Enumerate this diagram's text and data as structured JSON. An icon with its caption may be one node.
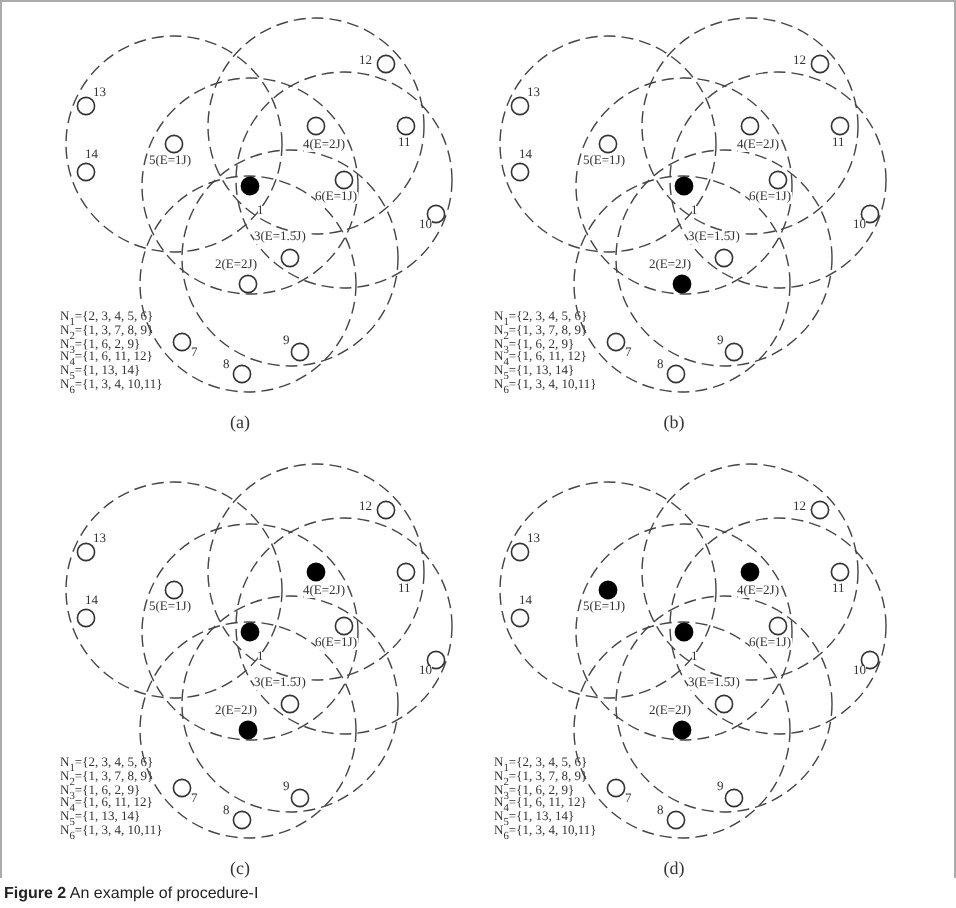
{
  "diagram": {
    "caption": "**Figure 2** An example of procedure-I",
    "nodes": [
      {
        "text": [],
        "shape": "dot",
        "beside": [
          "1"
        ]
      },
      {
        "text": [],
        "shape": "circle",
        "beside": [
          "2(E=2J)"
        ]
      },
      {
        "text": [],
        "shape": "circle",
        "beside": [
          "3(E=1.5J)"
        ]
      },
      {
        "text": [],
        "shape": "circle",
        "beside": [
          "4(E=2J)"
        ]
      },
      {
        "text": [],
        "shape": "circle",
        "beside": [
          "5(E=1J)"
        ]
      },
      {
        "text": [],
        "shape": "circle",
        "beside": [
          "6(E=1J)"
        ]
      },
      {
        "text": [],
        "shape": "circle",
        "beside": [
          "7"
        ]
      },
      {
        "text": [],
        "shape": "circle",
        "beside": [
          "8"
        ]
      },
      {
        "text": [],
        "shape": "circle",
        "beside": [
          "9"
        ]
      },
      {
        "text": [],
        "shape": "circle",
        "beside": [
          "10"
        ]
      },
      {
        "text": [],
        "shape": "circle",
        "beside": [
          "11"
        ]
      },
      {
        "text": [],
        "shape": "circle",
        "beside": [
          "12"
        ]
      },
      {
        "text": [],
        "shape": "circle",
        "beside": [
          "13"
        ]
      },
      {
        "text": [],
        "shape": "circle",
        "beside": [
          "14"
        ]
      },
      {
        "text": [],
        "shape": "dot",
        "beside": [
          "1"
        ]
      },
      {
        "text": [],
        "shape": "dot",
        "beside": [
          "2(E=2J)"
        ]
      },
      {
        "text": [],
        "shape": "circle",
        "beside": [
          "3(E=1.5J)"
        ]
      },
      {
        "text": [],
        "shape": "circle",
        "beside": [
          "4(E=2J)"
        ]
      },
      {
        "text": [],
        "shape": "circle",
        "beside": [
          "5(E=1J)"
        ]
      },
      {
        "text": [],
        "shape": "circle",
        "beside": [
          "6(E=1J)"
        ]
      },
      {
        "text": [],
        "shape": "circle",
        "beside": [
          "7"
        ]
      },
      {
        "text": [],
        "shape": "circle",
        "beside": [
          "8"
        ]
      },
      {
        "text": [],
        "shape": "circle",
        "beside": [
          "9"
        ]
      },
      {
        "text": [],
        "shape": "circle",
        "beside": [
          "10"
        ]
      },
      {
        "text": [],
        "shape": "circle",
        "beside": [
          "11"
        ]
      },
      {
        "text": [],
        "shape": "circle",
        "beside": [
          "12"
        ]
      },
      {
        "text": [],
        "shape": "circle",
        "beside": [
          "13"
        ]
      },
      {
        "text": [],
        "shape": "circle",
        "beside": [
          "14"
        ]
      },
      {
        "text": [],
        "shape": "dot",
        "beside": [
          "1"
        ]
      },
      {
        "text": [],
        "shape": "dot",
        "beside": [
          "2(E=2J)"
        ]
      },
      {
        "text": [],
        "shape": "circle",
        "beside": [
          "3(E=1.5J)"
        ]
      },
      {
        "text": [],
        "shape": "dot",
        "beside": [
          "4(E=2J)"
        ]
      },
      {
        "text": [],
        "shape": "circle",
        "beside": [
          "5(E=1J)"
        ]
      },
      {
        "text": [],
        "shape": "circle",
        "beside": [
          "6(E=1J)"
        ]
      },
      {
        "text": [],
        "shape": "circle",
        "beside": [
          "7"
        ]
      },
      {
        "text": [],
        "shape": "circle",
        "beside": [
          "8"
        ]
      },
      {
        "text": [],
        "shape": "circle",
        "beside": [
          "9"
        ]
      },
      {
        "text": [],
        "shape": "circle",
        "beside": [
          "10"
        ]
      },
      {
        "text": [],
        "shape": "circle",
        "beside": [
          "11"
        ]
      },
      {
        "text": [],
        "shape": "circle",
        "beside": [
          "12"
        ]
      },
      {
        "text": [],
        "shape": "circle",
        "beside": [
          "13"
        ]
      },
      {
        "text": [],
        "shape": "circle",
        "beside": [
          "14"
        ]
      },
      {
        "text": [],
        "shape": "dot",
        "beside": [
          "1"
        ]
      },
      {
        "text": [],
        "shape": "dot",
        "beside": [
          "2(E=2J)"
        ]
      },
      {
        "text": [],
        "shape": "circle",
        "beside": [
          "3(E=1.5J)"
        ]
      },
      {
        "text": [],
        "shape": "dot",
        "beside": [
          "4(E=2J)"
        ]
      },
      {
        "text": [],
        "shape": "dot",
        "beside": [
          "5(E=1J)"
        ]
      },
      {
        "text": [],
        "shape": "circle",
        "beside": [
          "6(E=1J)"
        ]
      },
      {
        "text": [],
        "shape": "circle",
        "beside": [
          "7"
        ]
      },
      {
        "text": [],
        "shape": "circle",
        "beside": [
          "8"
        ]
      },
      {
        "text": [],
        "shape": "circle",
        "beside": [
          "9"
        ]
      },
      {
        "text": [],
        "shape": "circle",
        "beside": [
          "10"
        ]
      },
      {
        "text": [],
        "shape": "circle",
        "beside": [
          "11"
        ]
      },
      {
        "text": [],
        "shape": "circle",
        "beside": [
          "12"
        ]
      },
      {
        "text": [],
        "shape": "circle",
        "beside": [
          "13"
        ]
      },
      {
        "text": [],
        "shape": "circle",
        "beside": [
          "14"
        ]
      }
    ],
    "labels": [
      "N$_{1}$={2, 3, 4, 5, 6}",
      "N$_{2}$={1, 3, 7, 8, 9}",
      "N$_{3}$={1, 6, 2, 9}",
      "N$_{4}$={1, 6, 11, 12}",
      "N$_{5}$={1, 13, 14}",
      "N$_{6}$={1, 3, 4, 10,11}",
      "(a)",
      "N$_{1}$={2, 3, 4, 5, 6}",
      "N$_{2}$={1, 3, 7, 8, 9}",
      "N$_{3}$={1, 6, 2, 9}",
      "N$_{4}$={1, 6, 11, 12}",
      "N$_{5}$={1, 13, 14}",
      "N$_{6}$={1, 3, 4, 10,11}",
      "(b)",
      "N$_{1}$={2, 3, 4, 5, 6}",
      "N$_{2}$={1, 3, 7, 8, 9}",
      "N$_{3}$={1, 6, 2, 9}",
      "N$_{4}$={1, 6, 11, 12}",
      "N$_{5}$={1, 13, 14}",
      "N$_{6}$={1, 3, 4, 10,11}",
      "(c)",
      "N$_{1}$={2, 3, 4, 5, 6}",
      "N$_{2}$={1, 3, 7, 8, 9}",
      "N$_{3}$={1, 6, 2, 9}",
      "N$_{4}$={1, 6, 11, 12}",
      "N$_{5}$={1, 13, 14}",
      "N$_{6}$={1, 3, 4, 10,11}",
      "(d)"
    ]
  }
}
